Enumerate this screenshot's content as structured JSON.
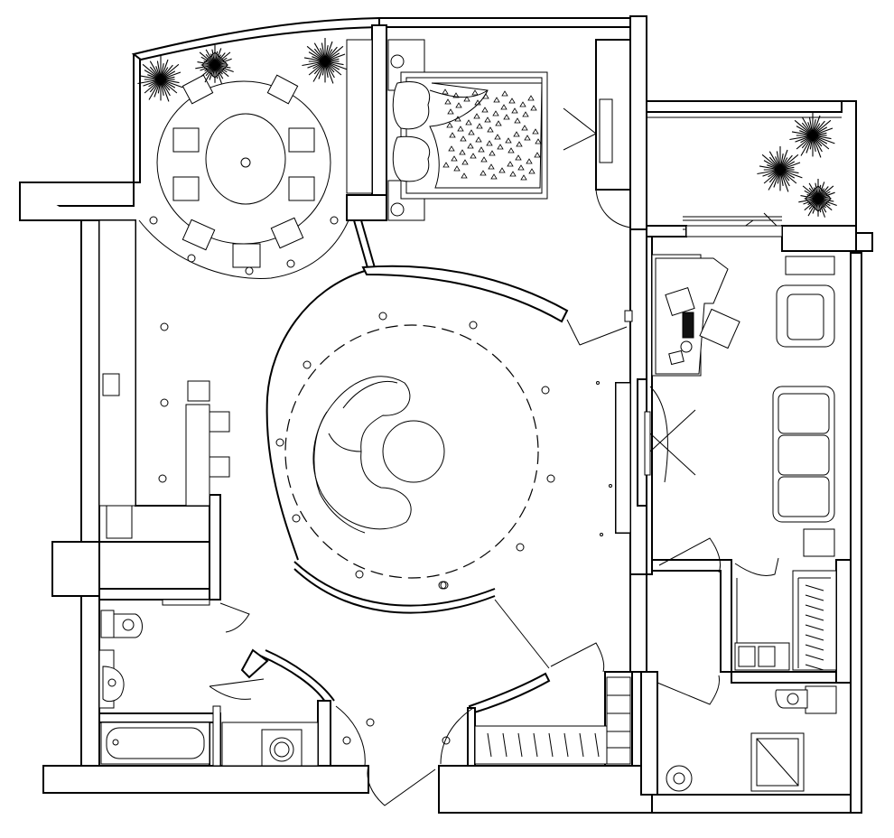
{
  "drawing": {
    "type": "architectural floor plan",
    "line_color": "#000000",
    "background": "#ffffff"
  },
  "rooms": [
    {
      "id": "dining",
      "furniture": [
        "oval-dining-table",
        "dining-chair",
        "potted-plant"
      ]
    },
    {
      "id": "kitchen",
      "furniture": [
        "counter",
        "sink",
        "bar-stool"
      ]
    },
    {
      "id": "bedroom",
      "furniture": [
        "double-bed",
        "pillow",
        "nightstand",
        "wardrobe"
      ]
    },
    {
      "id": "living-hall",
      "furniture": [
        "curved-sofa",
        "round-coffee-table",
        "ceiling-light"
      ]
    },
    {
      "id": "study",
      "furniture": [
        "desk",
        "office-chair",
        "armchair",
        "sofa",
        "cabinet"
      ]
    },
    {
      "id": "balcony",
      "furniture": [
        "potted-plant"
      ]
    },
    {
      "id": "bathroom-left",
      "furniture": [
        "toilet",
        "washbasin",
        "bathtub",
        "washing-machine"
      ]
    },
    {
      "id": "bathroom-right",
      "furniture": [
        "toilet",
        "shower-tray",
        "washbasin"
      ]
    },
    {
      "id": "closet",
      "furniture": [
        "hanging-rail",
        "shelves"
      ]
    }
  ]
}
